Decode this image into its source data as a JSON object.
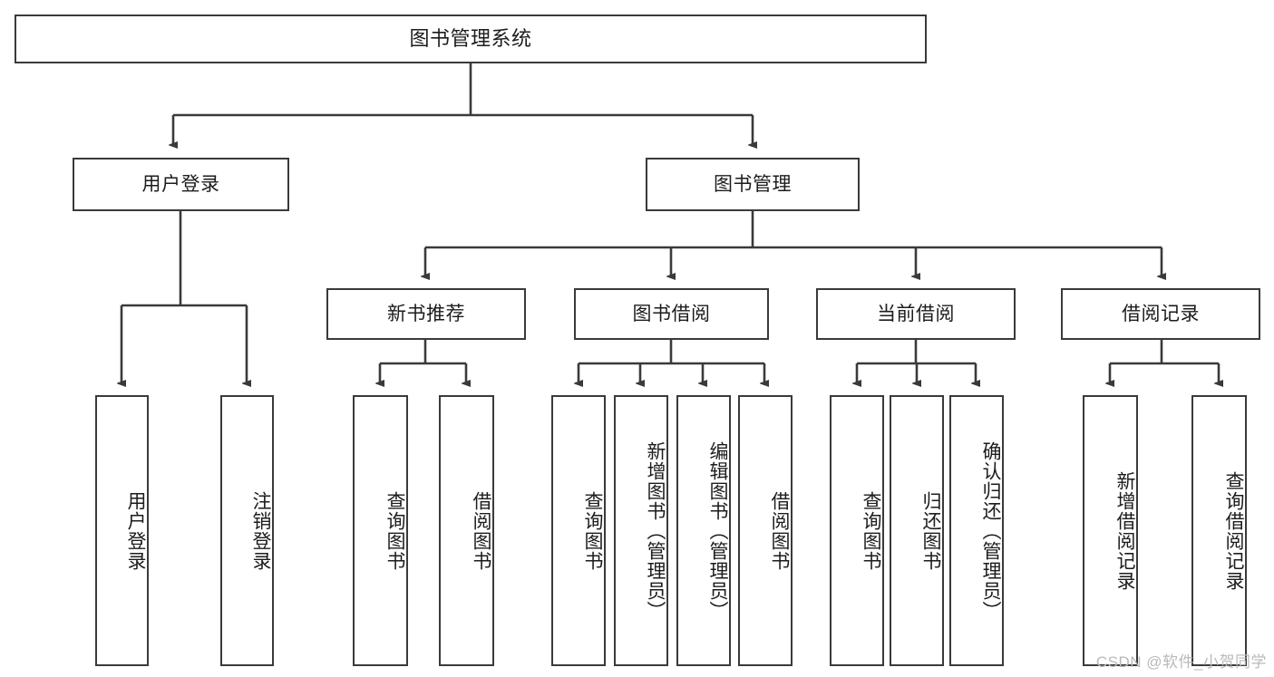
{
  "diagram": {
    "type": "tree-hierarchy",
    "title": "图书管理系统",
    "style": {
      "background": "#ffffff",
      "box_border": "#3a3a3a",
      "box_fill": "#ffffff",
      "text": "#1c1c1c",
      "connector": "#3a3a3a",
      "watermark_color": "#b9b9b9"
    },
    "nodes": {
      "root": {
        "label": "图书管理系统",
        "level": 0
      },
      "user_login": {
        "label": "用户登录",
        "level": 1
      },
      "book_manage": {
        "label": "图书管理",
        "level": 1
      },
      "new_book_rec": {
        "label": "新书推荐",
        "level": 2
      },
      "book_borrow": {
        "label": "图书借阅",
        "level": 2
      },
      "current_borrow": {
        "label": "当前借阅",
        "level": 2
      },
      "borrow_record": {
        "label": "借阅记录",
        "level": 2
      }
    },
    "leaves": {
      "user_login": [
        {
          "label": "用户登录"
        },
        {
          "label": "注销登录"
        }
      ],
      "new_book_rec": [
        {
          "label": "查询图书"
        },
        {
          "label": "借阅图书"
        }
      ],
      "book_borrow": [
        {
          "label": "查询图书"
        },
        {
          "label": "新增图书（管理员）"
        },
        {
          "label": "编辑图书（管理员）"
        },
        {
          "label": "借阅图书"
        }
      ],
      "current_borrow": [
        {
          "label": "查询图书"
        },
        {
          "label": "归还图书"
        },
        {
          "label": "确认归还（管理员）"
        }
      ],
      "borrow_record": [
        {
          "label": "新增借阅记录"
        },
        {
          "label": "查询借阅记录"
        }
      ]
    },
    "watermark": "CSDN @软件_小贺同学"
  }
}
